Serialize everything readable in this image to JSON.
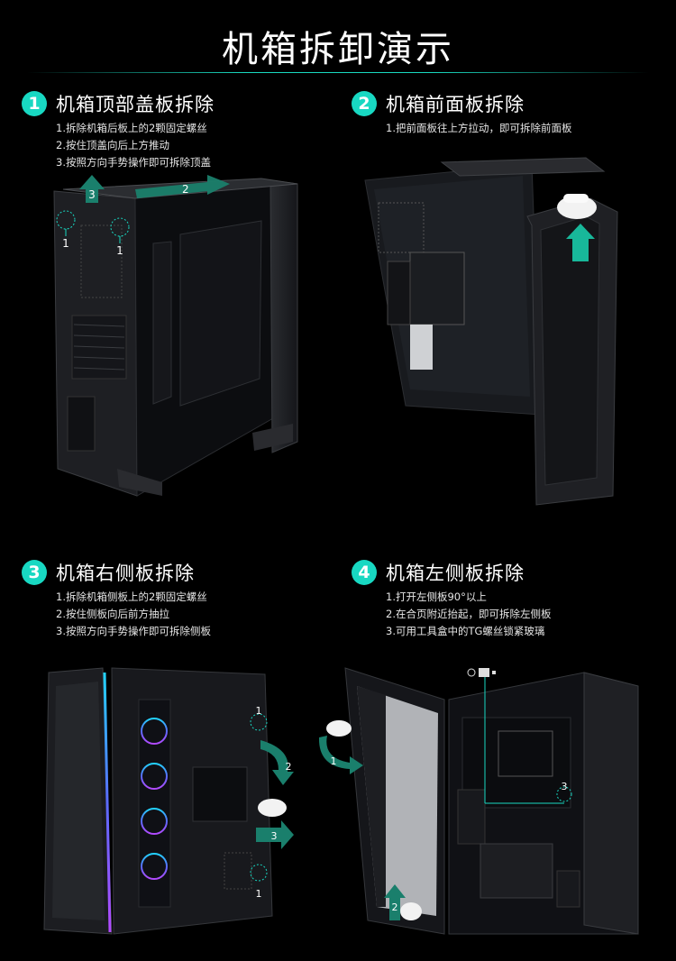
{
  "page_title": "机箱拆卸演示",
  "accent_color": "#18d8c2",
  "sections": [
    {
      "num": "1",
      "title": "机箱顶部盖板拆除",
      "lines": [
        "1.拆除机箱后板上的2颗固定螺丝",
        "2.按住顶盖向后上方推动",
        "3.按照方向手势操作即可拆除顶盖"
      ],
      "markers": [
        "3",
        "2",
        "1",
        "1"
      ]
    },
    {
      "num": "2",
      "title": "机箱前面板拆除",
      "lines": [
        "1.把前面板往上方拉动，即可拆除前面板"
      ]
    },
    {
      "num": "3",
      "title": "机箱右侧板拆除",
      "lines": [
        "1.拆除机箱侧板上的2颗固定螺丝",
        "2.按住侧板向后前方抽拉",
        "3.按照方向手势操作即可拆除侧板"
      ],
      "markers": [
        "1",
        "2",
        "3",
        "1"
      ]
    },
    {
      "num": "4",
      "title": "机箱左侧板拆除",
      "lines": [
        "1.打开左侧板90°以上",
        "2.在合页附近抬起，即可拆除左侧板",
        "3.可用工具盒中的TG螺丝锁紧玻璃"
      ],
      "markers": [
        "1",
        "2",
        "3"
      ]
    }
  ]
}
